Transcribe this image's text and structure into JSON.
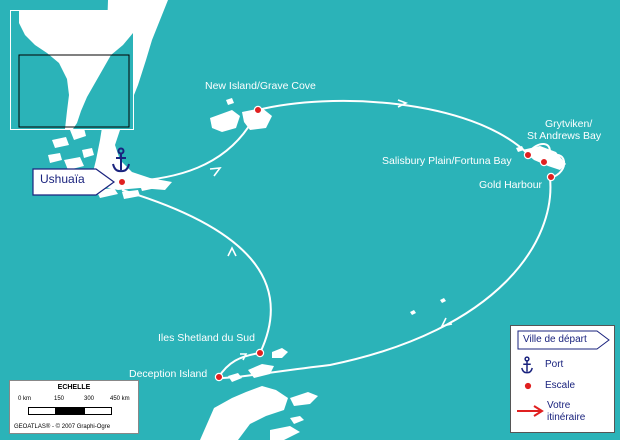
{
  "colors": {
    "sea": "#2bb3b8",
    "land": "#ffffff",
    "route": "#ffffff",
    "stop": "#e02020",
    "port_icon": "#1a237e",
    "itinerary": "#e02020"
  },
  "start_port": {
    "label": "Ushuaïa"
  },
  "stops": [
    {
      "id": "new-island",
      "label": "New Island/Grave Cove"
    },
    {
      "id": "salisbury",
      "label": "Salisbury Plain/Fortuna Bay"
    },
    {
      "id": "grytviken",
      "label_line1": "Grytviken/",
      "label_line2": "St Andrews Bay"
    },
    {
      "id": "gold-harbour",
      "label": "Gold Harbour"
    },
    {
      "id": "shetland",
      "label": "Iles Shetland du Sud"
    },
    {
      "id": "deception",
      "label": "Deception Island"
    }
  ],
  "scale": {
    "title": "ECHELLE",
    "ticks": [
      "0 km",
      "150",
      "300",
      "450 km"
    ],
    "credit": "GEOATLAS® - © 2007 Graphi-Ogre"
  },
  "legend": {
    "header": "Ville de départ",
    "port": "Port",
    "stop": "Escale",
    "itinerary_line1": "Votre",
    "itinerary_line2": "itinéraire"
  },
  "icons": {
    "port": "anchor-icon",
    "stop": "red-dot-icon",
    "itinerary": "red-arrow-icon"
  }
}
